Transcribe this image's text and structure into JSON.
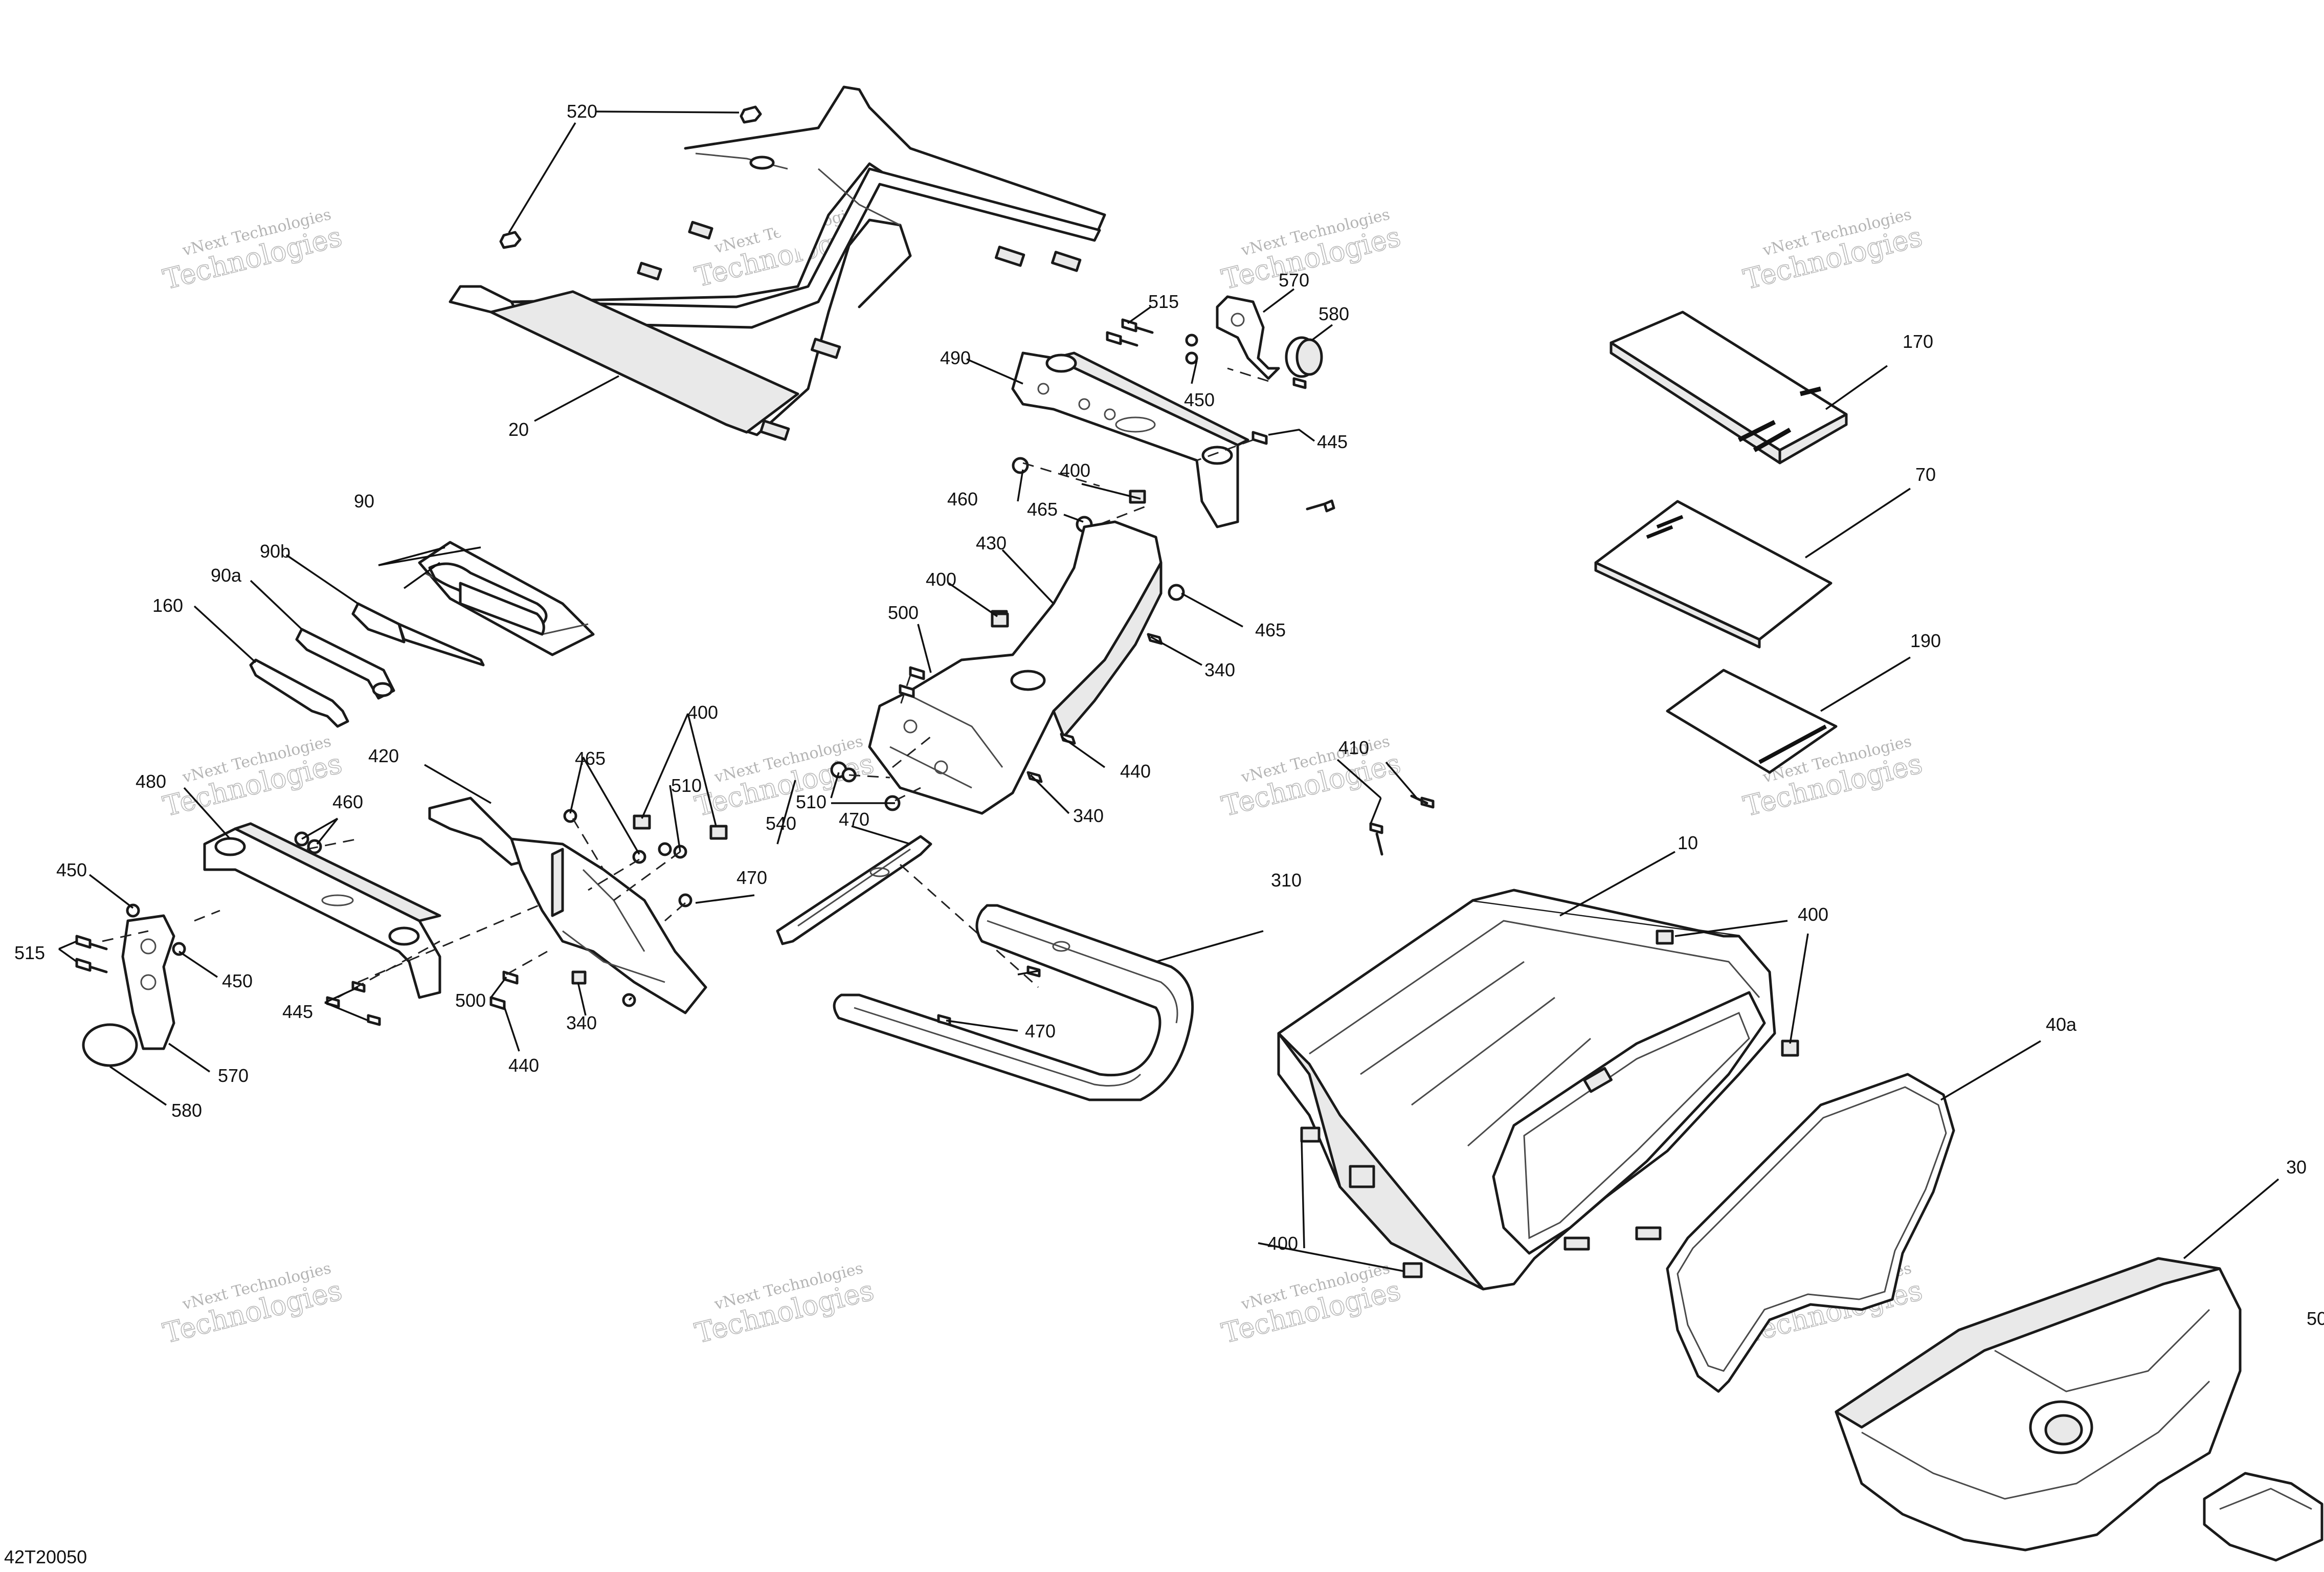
{
  "drawing_id": "42T20050",
  "watermark": {
    "line1": "vNext Technologies",
    "line2": "Technologies"
  },
  "callouts": {
    "c10": "10",
    "c20": "20",
    "c30": "30",
    "c40a": "40a",
    "c50": "50",
    "c70": "70",
    "c90": "90",
    "c90a": "90a",
    "c90b": "90b",
    "c160": "160",
    "c170": "170",
    "c190": "190",
    "c310": "310",
    "c340a": "340",
    "c340b": "340",
    "c340c": "340",
    "c400a": "400",
    "c400b": "400",
    "c400c": "400",
    "c400d": "400",
    "c400e": "400",
    "c410": "410",
    "c420": "420",
    "c430": "430",
    "c440a": "440",
    "c440b": "440",
    "c445a": "445",
    "c445b": "445",
    "c450a": "450",
    "c450b": "450",
    "c450c": "450",
    "c460a": "460",
    "c460b": "460",
    "c465a": "465",
    "c465b": "465",
    "c465c": "465",
    "c470a": "470",
    "c470b": "470",
    "c470c": "470",
    "c480": "480",
    "c490": "490",
    "c500a": "500",
    "c500b": "500",
    "c510a": "510",
    "c510b": "510",
    "c515a": "515",
    "c515b": "515",
    "c520": "520",
    "c540": "540",
    "c570a": "570",
    "c570b": "570",
    "c580a": "580",
    "c580b": "580"
  }
}
